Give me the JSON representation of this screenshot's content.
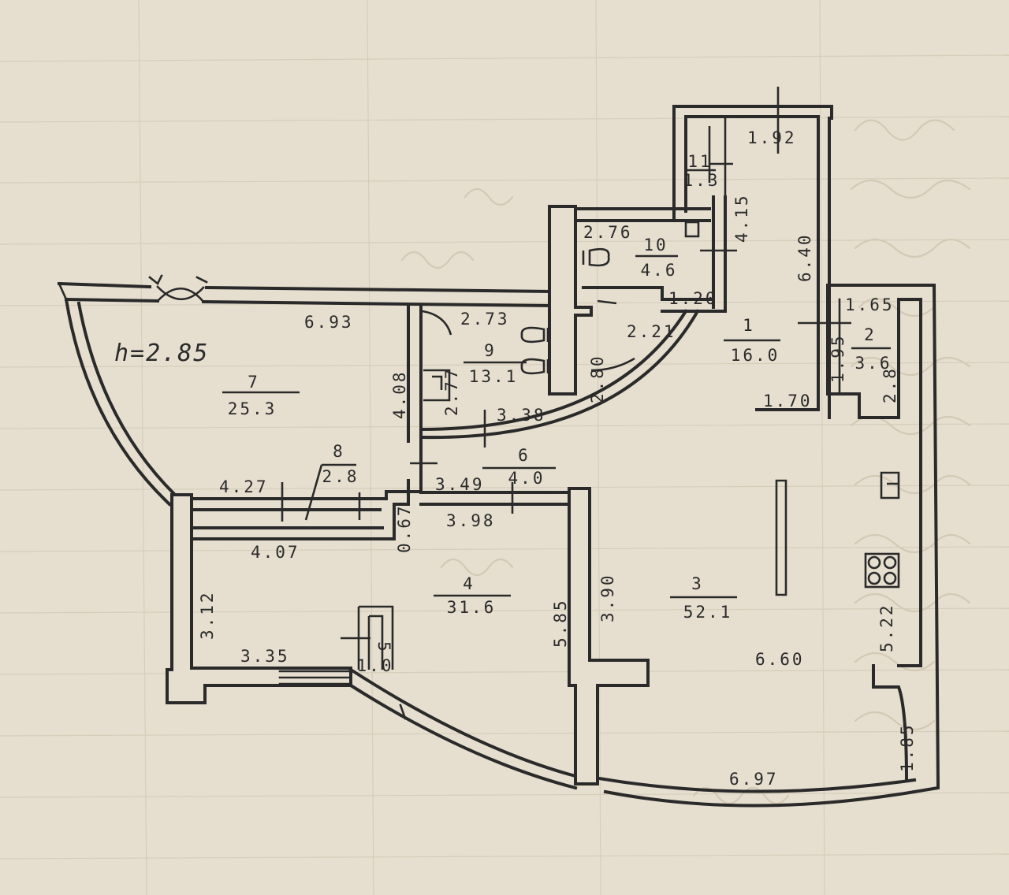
{
  "plan": {
    "ceiling_height": "h=2.85",
    "rooms": [
      {
        "id": "room-1",
        "number": "1",
        "area": "16.0"
      },
      {
        "id": "room-2",
        "number": "2",
        "area": "3.6"
      },
      {
        "id": "room-3",
        "number": "3",
        "area": "52.1"
      },
      {
        "id": "room-4",
        "number": "4",
        "area": "31.6"
      },
      {
        "id": "room-5",
        "number": "5",
        "area": "1.0"
      },
      {
        "id": "room-6",
        "number": "6",
        "area": "4.0"
      },
      {
        "id": "room-7",
        "number": "7",
        "area": "25.3"
      },
      {
        "id": "room-8",
        "number": "8",
        "area": "2.8"
      },
      {
        "id": "room-9",
        "number": "9",
        "area": "13.1"
      },
      {
        "id": "room-10",
        "number": "10",
        "area": "4.6"
      },
      {
        "id": "room-11",
        "number": "11",
        "area": "1.3"
      }
    ],
    "dimensions": {
      "d_1_92": "1.92",
      "d_4_15": "4.15",
      "d_6_40": "6.40",
      "d_2_76": "2.76",
      "d_1_20": "1.20",
      "d_1_65": "1.65",
      "d_1_95": "1.95",
      "d_2_8": "2.8",
      "d_1_70": "1.70",
      "d_2_21": "2.21",
      "d_2_80": "2.80",
      "d_2_73": "2.73",
      "d_2_77": "2.77",
      "d_3_38": "3.38",
      "d_6_93": "6.93",
      "d_4_08": "4.08",
      "d_4_27": "4.27",
      "d_3_49": "3.49",
      "d_3_98": "3.98",
      "d_0_67": "0.67",
      "d_4_07": "4.07",
      "d_3_12": "3.12",
      "d_3_35": "3.35",
      "d_5_85": "5.85",
      "d_3_90": "3.90",
      "d_5_22": "5.22",
      "d_6_60": "6.60",
      "d_1_85": "1.85",
      "d_6_97": "6.97"
    }
  }
}
